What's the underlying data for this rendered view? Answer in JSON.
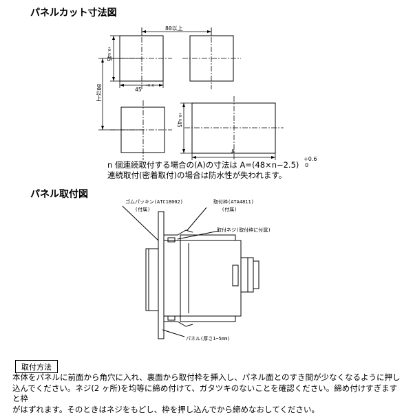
{
  "cutout_section": {
    "title": "パネルカット寸法図",
    "dim_80": "80以上",
    "dim_45_v": "45",
    "dim_45_h": "45",
    "tol_06": "+0.6",
    "tol_0": "0",
    "dim_80_v": "80以上",
    "dim_A": "A",
    "note_line1": "n 個連続取付する場合の(A)の寸法は A=(48×n−2.5)",
    "note_tol_plus": "+0.6",
    "note_tol_zero": "0",
    "note_line2": "連続取付(密着取付)の場合は防水性が失われます。"
  },
  "mount_section": {
    "title": "パネル取付図",
    "label_rubber": "ゴムパッキン(ATC18002)",
    "label_rubber_sub": "(付属)",
    "label_frame": "取付枠(ATA4811)",
    "label_frame_sub": "(付属)",
    "label_screw": "取付ネジ(取付枠に付属)",
    "label_panel": "パネル(厚さ1~5mm)"
  },
  "method_section": {
    "title": "取付方法",
    "line1": "本体をパネルに前面から角穴に入れ、裏面から取付枠を挿入し、パネル面とのすき間が少なくなるように押し",
    "line2": "込んでください。ネジ(2 ヶ所)を均等に締め付けて、ガタツキのないことを確認ください。締め付けすぎますと枠",
    "line3": "がはずれます。そのときはネジをもどし、枠を押し込んでから締めなおしてください。"
  }
}
